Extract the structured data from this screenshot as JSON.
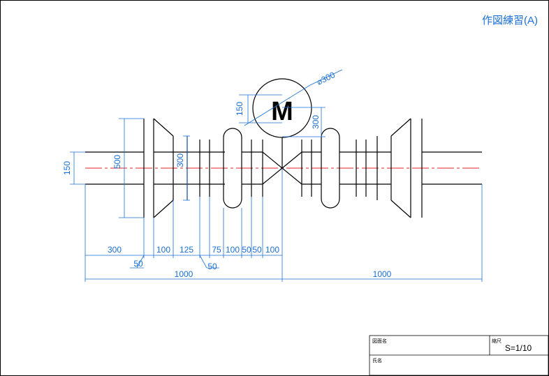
{
  "sheet": {
    "title": "作図練習(A)",
    "title_block": {
      "drawing_name_label": "図面名",
      "scale_label": "縮尺",
      "scale_value": "S=1/10",
      "name_label": "氏名"
    }
  },
  "motor": {
    "letter": "M"
  },
  "dimensions": {
    "shaft_dia": "150",
    "disc_dia": "500",
    "inner_dia": "300",
    "motor_dia": "⌀300",
    "motor_v": "150",
    "motor_h": "300",
    "seg_300": "300",
    "seg_100a": "100",
    "seg_125": "125",
    "seg_75": "75",
    "seg_100b": "100",
    "seg_50a": "50",
    "seg_50b": "50",
    "seg_100c": "100",
    "note_50a": "50",
    "note_50b": "50",
    "total_left": "1000",
    "total_right": "1000"
  },
  "colors": {
    "dimension": "#1a6fd6",
    "centerline": "#e02020",
    "object": "#000000"
  }
}
